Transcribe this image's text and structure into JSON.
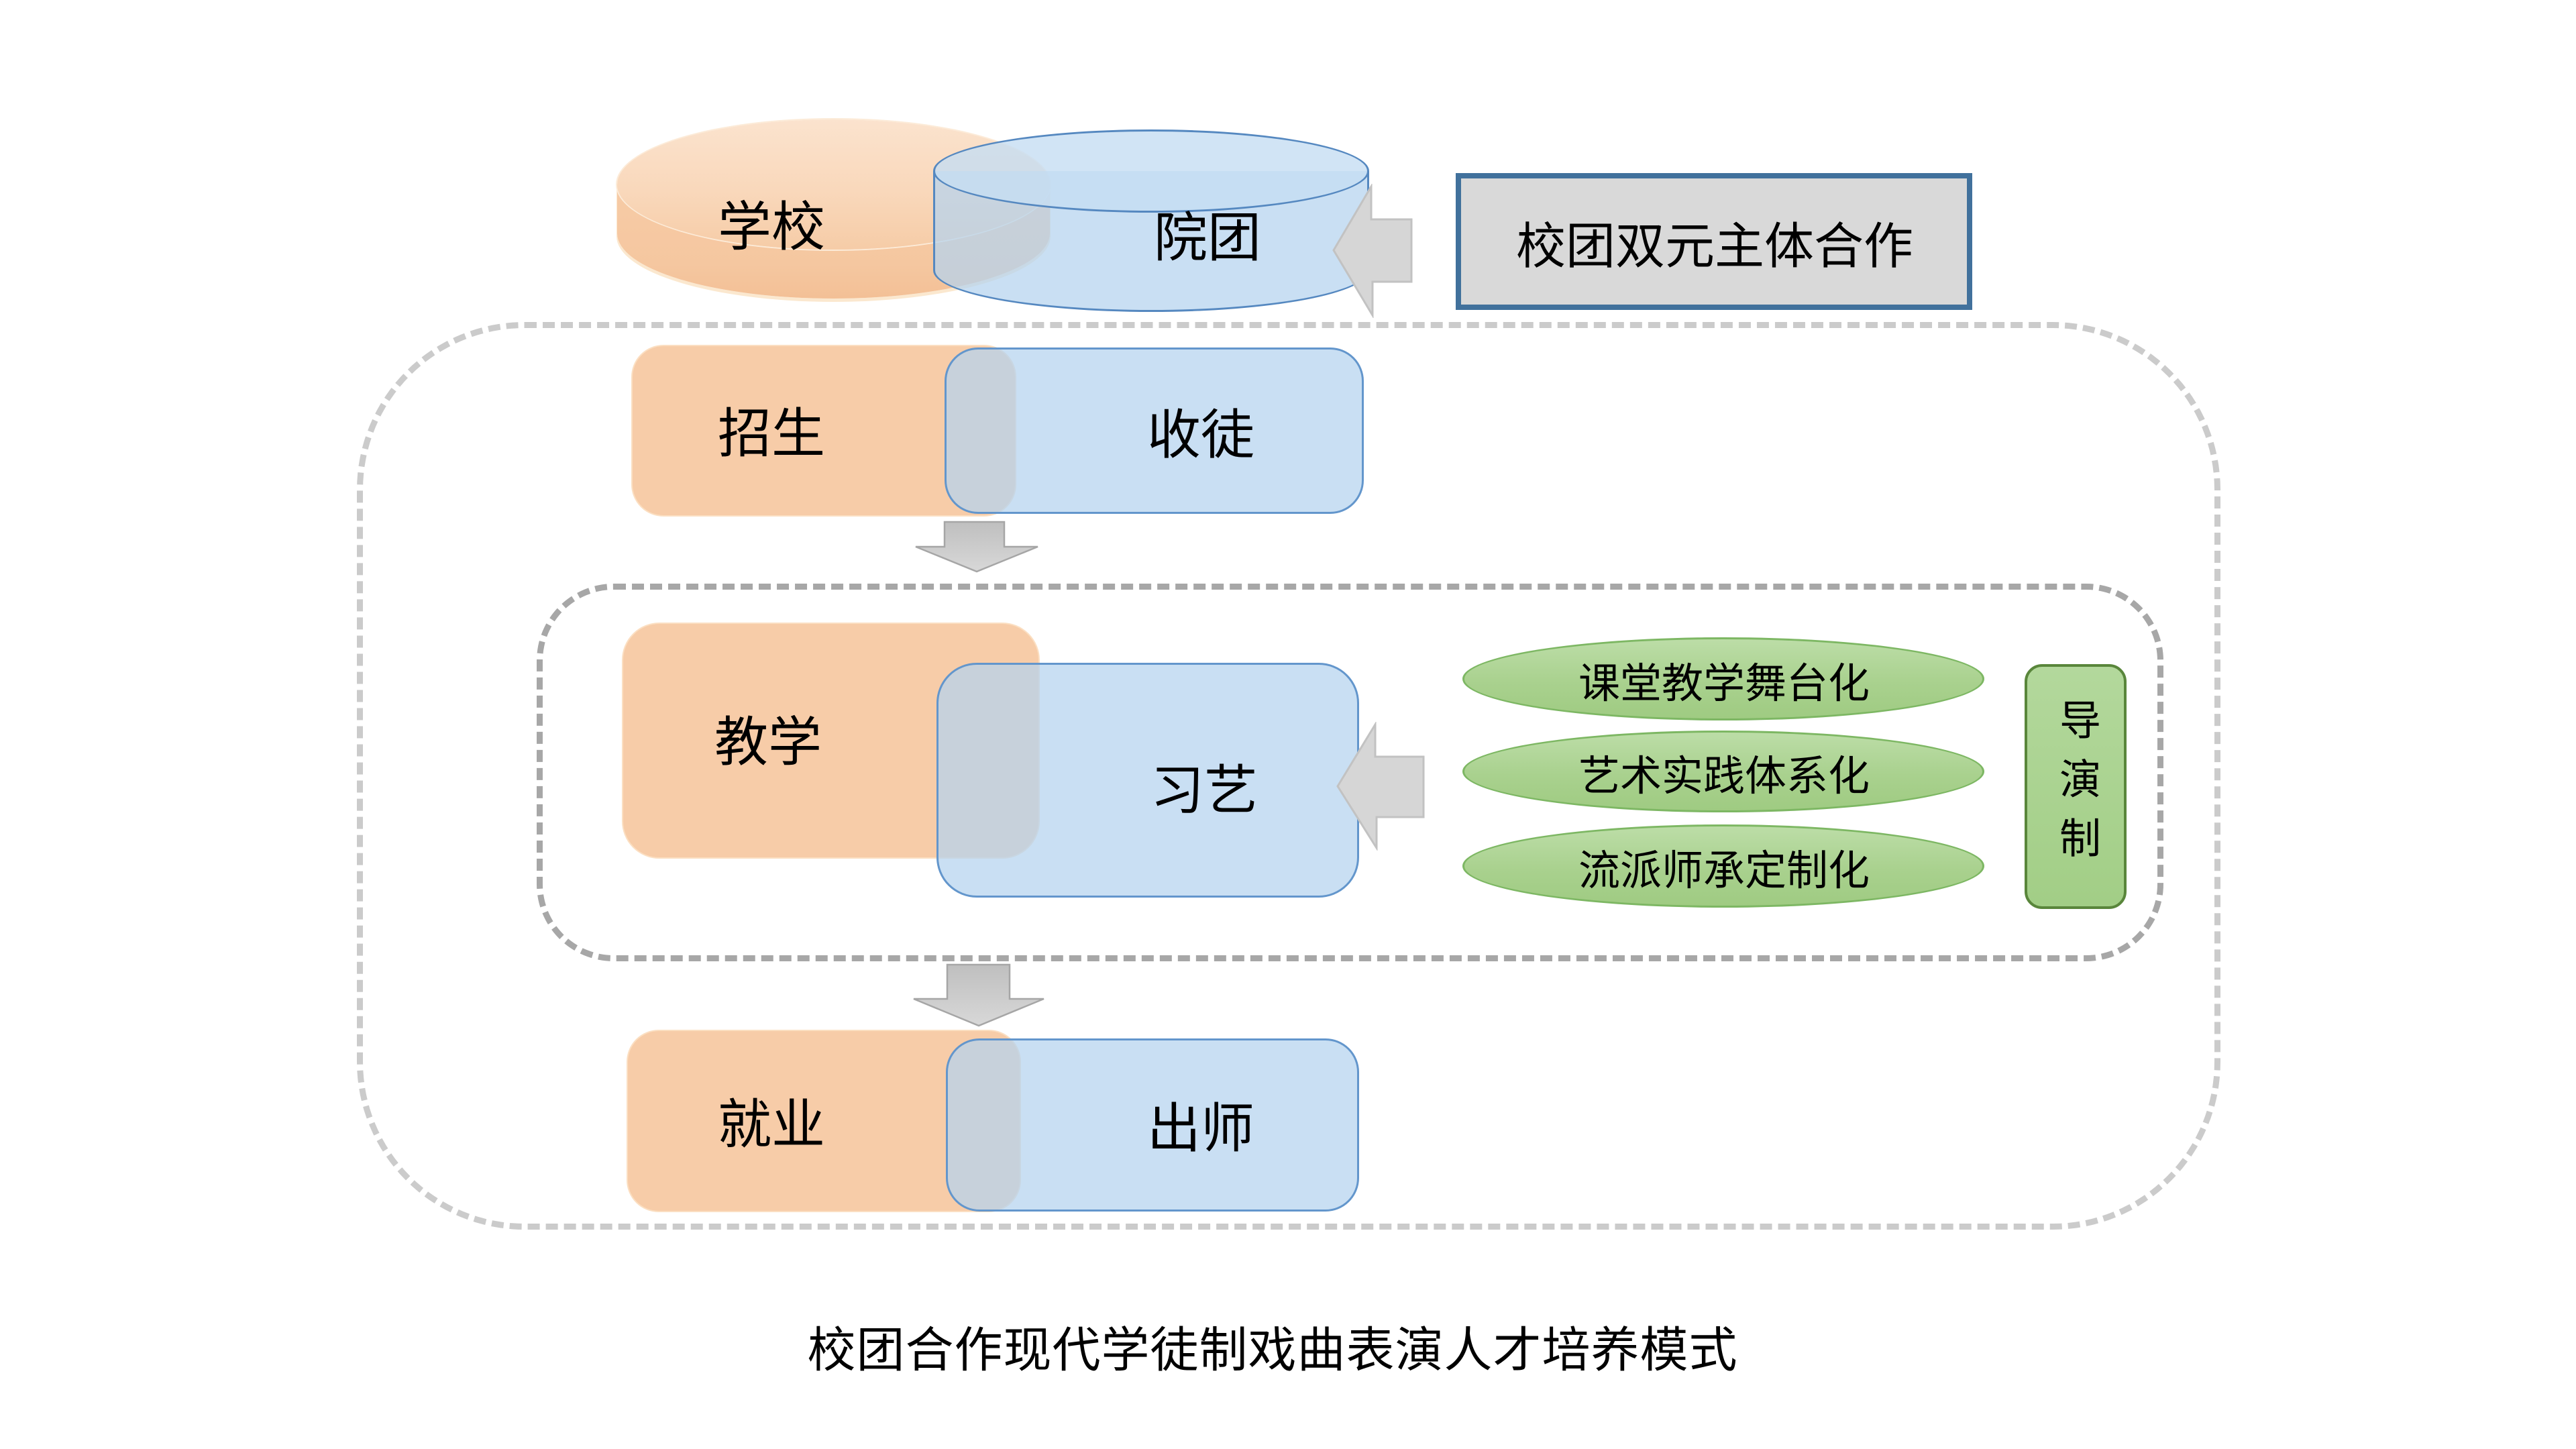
{
  "caption": "校团合作现代学徒制戏曲表演人才培养模式",
  "entities": {
    "school": "学校",
    "troupe": "院团",
    "cooperation": "校团双元主体合作"
  },
  "stages": {
    "recruit": {
      "school": "招生",
      "troupe": "收徒"
    },
    "teach": {
      "school": "教学",
      "troupe": "习艺"
    },
    "employ": {
      "school": "就业",
      "troupe": "出师"
    }
  },
  "methods": [
    "课堂教学舞台化",
    "艺术实践体系化",
    "流派师承定制化"
  ],
  "director_system": "导演制",
  "colors": {
    "school_fill": "#F7CCA8",
    "troupe_fill": "#B4D3EF",
    "troupe_border": "#5588C0",
    "method_fill": "#A9D18E",
    "method_border": "#7DB763",
    "director_border": "#59863B",
    "cooperation_fill": "#D9D9D9",
    "cooperation_border": "#41719C",
    "arrow_fill": "#CCCCCC",
    "dashed_outer_frame": "#CBCBCB",
    "dashed_inner_frame": "#A7A7A7"
  }
}
